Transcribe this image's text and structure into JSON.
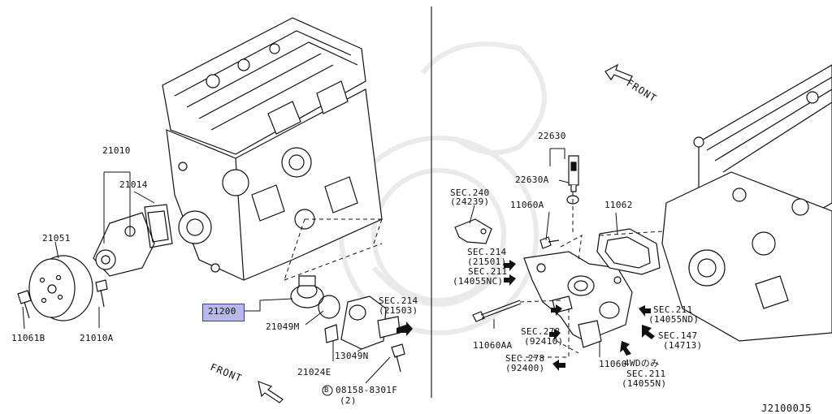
{
  "diagram_code": "J21000J5",
  "front_labels": [
    "FRONT",
    "FRONT"
  ],
  "highlighted_part": "21200",
  "parts": {
    "p21010": "21010",
    "p21014": "21014",
    "p21051": "21051",
    "p11061B": "11061B",
    "p21010A": "21010A",
    "p21200": "21200",
    "p21049M": "21049M",
    "p13049N": "13049N",
    "p21024E": "21024E",
    "bolt_code": "08158-8301F",
    "bolt_qty": "(2)",
    "bolt_prefix": "B",
    "p22630": "22630",
    "p22630A": "22630A",
    "p11060A": "11060A",
    "p11062": "11062",
    "p11060AA": "11060AA",
    "p11060": "11060"
  },
  "sections": {
    "s214a": "SEC.214",
    "s214a_ref": "(21503)",
    "s240": "SEC.240",
    "s240_ref": "(24239)",
    "s214b": "SEC.214",
    "s214b_ref": "(21501)",
    "s211a": "SEC.211",
    "s211a_ref": "(14055NC)",
    "s211b": "SEC.211",
    "s211b_ref": "(14055ND)",
    "s147": "SEC.147",
    "s147_ref": "(14713)",
    "s278a": "SEC.278",
    "s278a_ref": "(92410)",
    "s278b": "SEC.278",
    "s278b_ref": "(92400)",
    "s4wd": "4WDのみ",
    "s211c": "SEC.211",
    "s211c_ref": "(14055N)"
  }
}
